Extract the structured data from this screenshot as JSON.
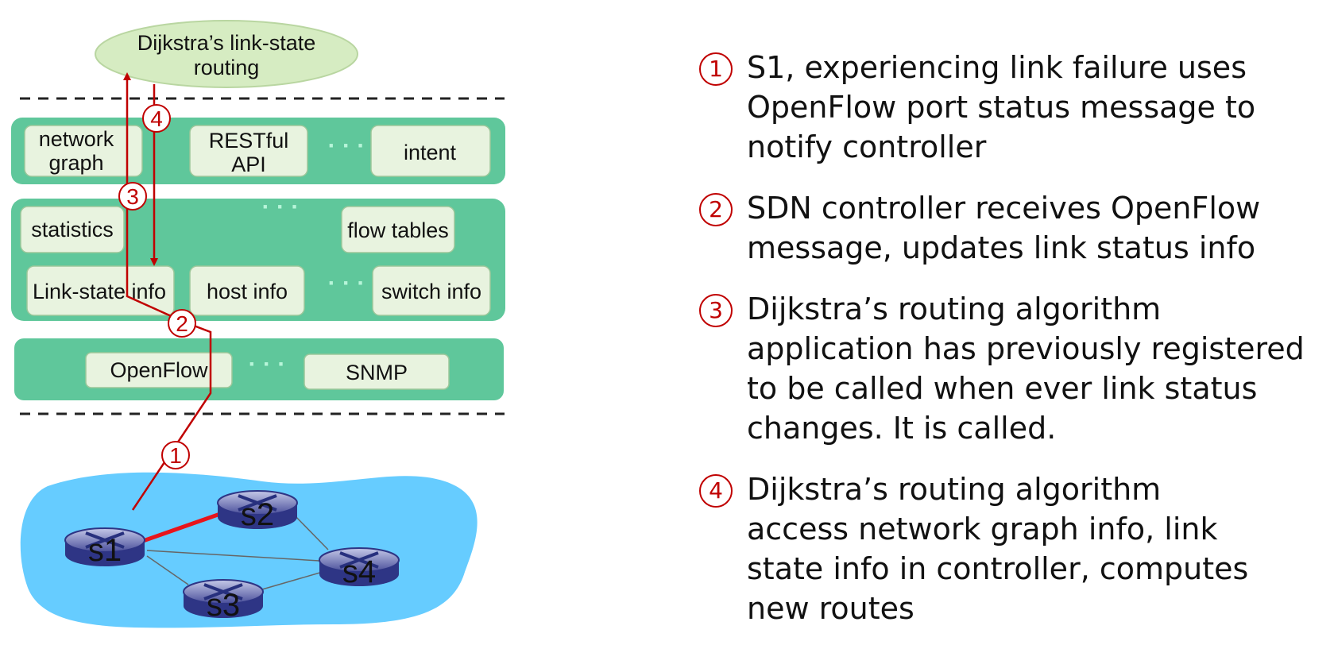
{
  "app": {
    "title": "Dijkstra’s link-state\nrouting",
    "title_line1": "Dijkstra’s link-state",
    "title_line2": "routing"
  },
  "northbound_layer": {
    "boxes": [
      {
        "line1": "network",
        "line2": "graph"
      },
      {
        "line1": "RESTful",
        "line2": "API"
      },
      {
        "line1": "intent"
      }
    ],
    "dots": "· · ·"
  },
  "state_layer": {
    "boxes": [
      "statistics",
      "flow tables",
      "Link-state info",
      "host info",
      "switch info"
    ],
    "dots": "· · ·"
  },
  "southbound_layer": {
    "boxes": [
      "OpenFlow",
      "SNMP"
    ],
    "dots": "· · ·"
  },
  "markers": [
    "1",
    "2",
    "3",
    "4"
  ],
  "network": {
    "switches": [
      "s1",
      "s2",
      "s3",
      "s4"
    ],
    "failed_link": "s1-s2"
  },
  "steps": [
    {
      "num": "1",
      "text": "S1, experiencing link failure uses\nOpenFlow port status message to\nnotify controller"
    },
    {
      "num": "2",
      "text": "SDN controller receives OpenFlow\nmessage, updates link status info"
    },
    {
      "num": "3",
      "text": "Dijkstra’s routing algorithm\napplication has previously registered\nto be called when ever link status\nchanges.  It is called."
    },
    {
      "num": "4",
      "text": "Dijkstra’s routing algorithm\naccess network graph info, link\nstate info in controller,  computes\nnew routes"
    }
  ],
  "colors": {
    "layer": "#5fc79b",
    "box": "#e8f3df",
    "accent_red": "#c00000",
    "cloud": "#66ccff",
    "app_ellipse": "#d6ecc2"
  }
}
